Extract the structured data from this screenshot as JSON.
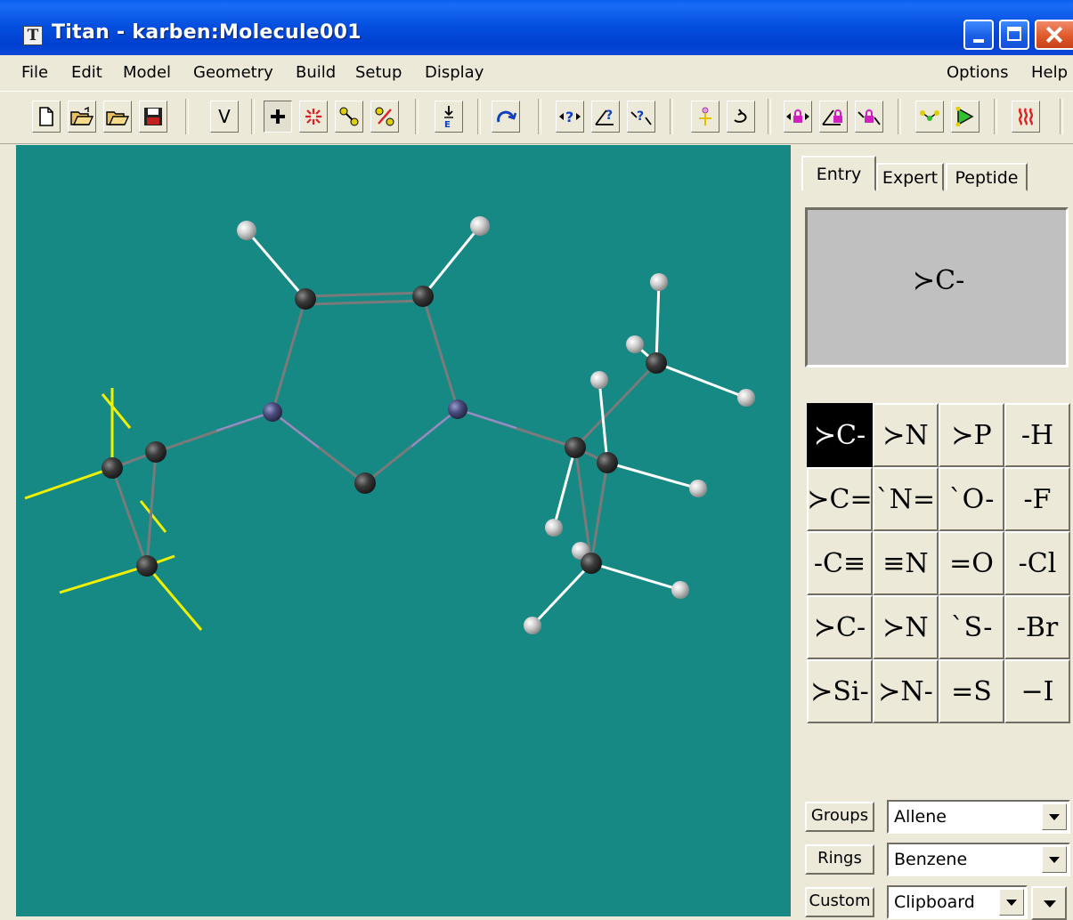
{
  "window": {
    "title": "Titan - karben:Molecule001",
    "app_icon_glyph": "T"
  },
  "menu": {
    "left": [
      "File",
      "Edit",
      "Model",
      "Geometry",
      "Build",
      "Setup",
      "Display"
    ],
    "right": [
      "Options",
      "Help"
    ]
  },
  "toolbar": {
    "view_label": "V",
    "buttons": [
      "new-file-icon",
      "open-file-icon",
      "open-folder-icon",
      "save-icon",
      "view-icon",
      "add-fragment-icon",
      "delete-icon",
      "make-bond-icon",
      "break-bond-icon",
      "minimize-icon",
      "rotate-icon",
      "query-distance-icon",
      "query-angle-icon",
      "query-dihedral-icon",
      "ring-ligand-icon",
      "refresh-icon",
      "constrain-distance-icon",
      "constrain-angle-icon",
      "constrain-dihedral-icon",
      "define-point-icon",
      "define-plane-icon",
      "heat-icon"
    ]
  },
  "panel": {
    "tabs": [
      "Entry",
      "Expert",
      "Peptide"
    ],
    "active_tab": "Entry",
    "preview_label": "≻C-",
    "fragments": [
      [
        "≻C-",
        "≻N",
        "≻P",
        "-H"
      ],
      [
        "≻C=",
        "ˋN=",
        "ˋO-",
        "-F"
      ],
      [
        "-C≡",
        "≡N",
        "=O",
        "-Cl"
      ],
      [
        "≻C-",
        "≻N",
        "ˋS-",
        "-Br"
      ],
      [
        "≻Si-",
        "≻N-",
        "=S",
        "−I"
      ]
    ],
    "selected_fragment": "≻C-",
    "library": [
      {
        "button": "Groups",
        "value": "Allene"
      },
      {
        "button": "Rings",
        "value": "Benzene"
      },
      {
        "button": "Custom",
        "value": "Clipboard"
      }
    ]
  },
  "colors": {
    "viewport_background": "#168985",
    "carbon": "#3a3a3a",
    "nitrogen": "#4b4e7e",
    "hydrogen": "#d0d0d0",
    "wireframe": "#f0f000"
  }
}
